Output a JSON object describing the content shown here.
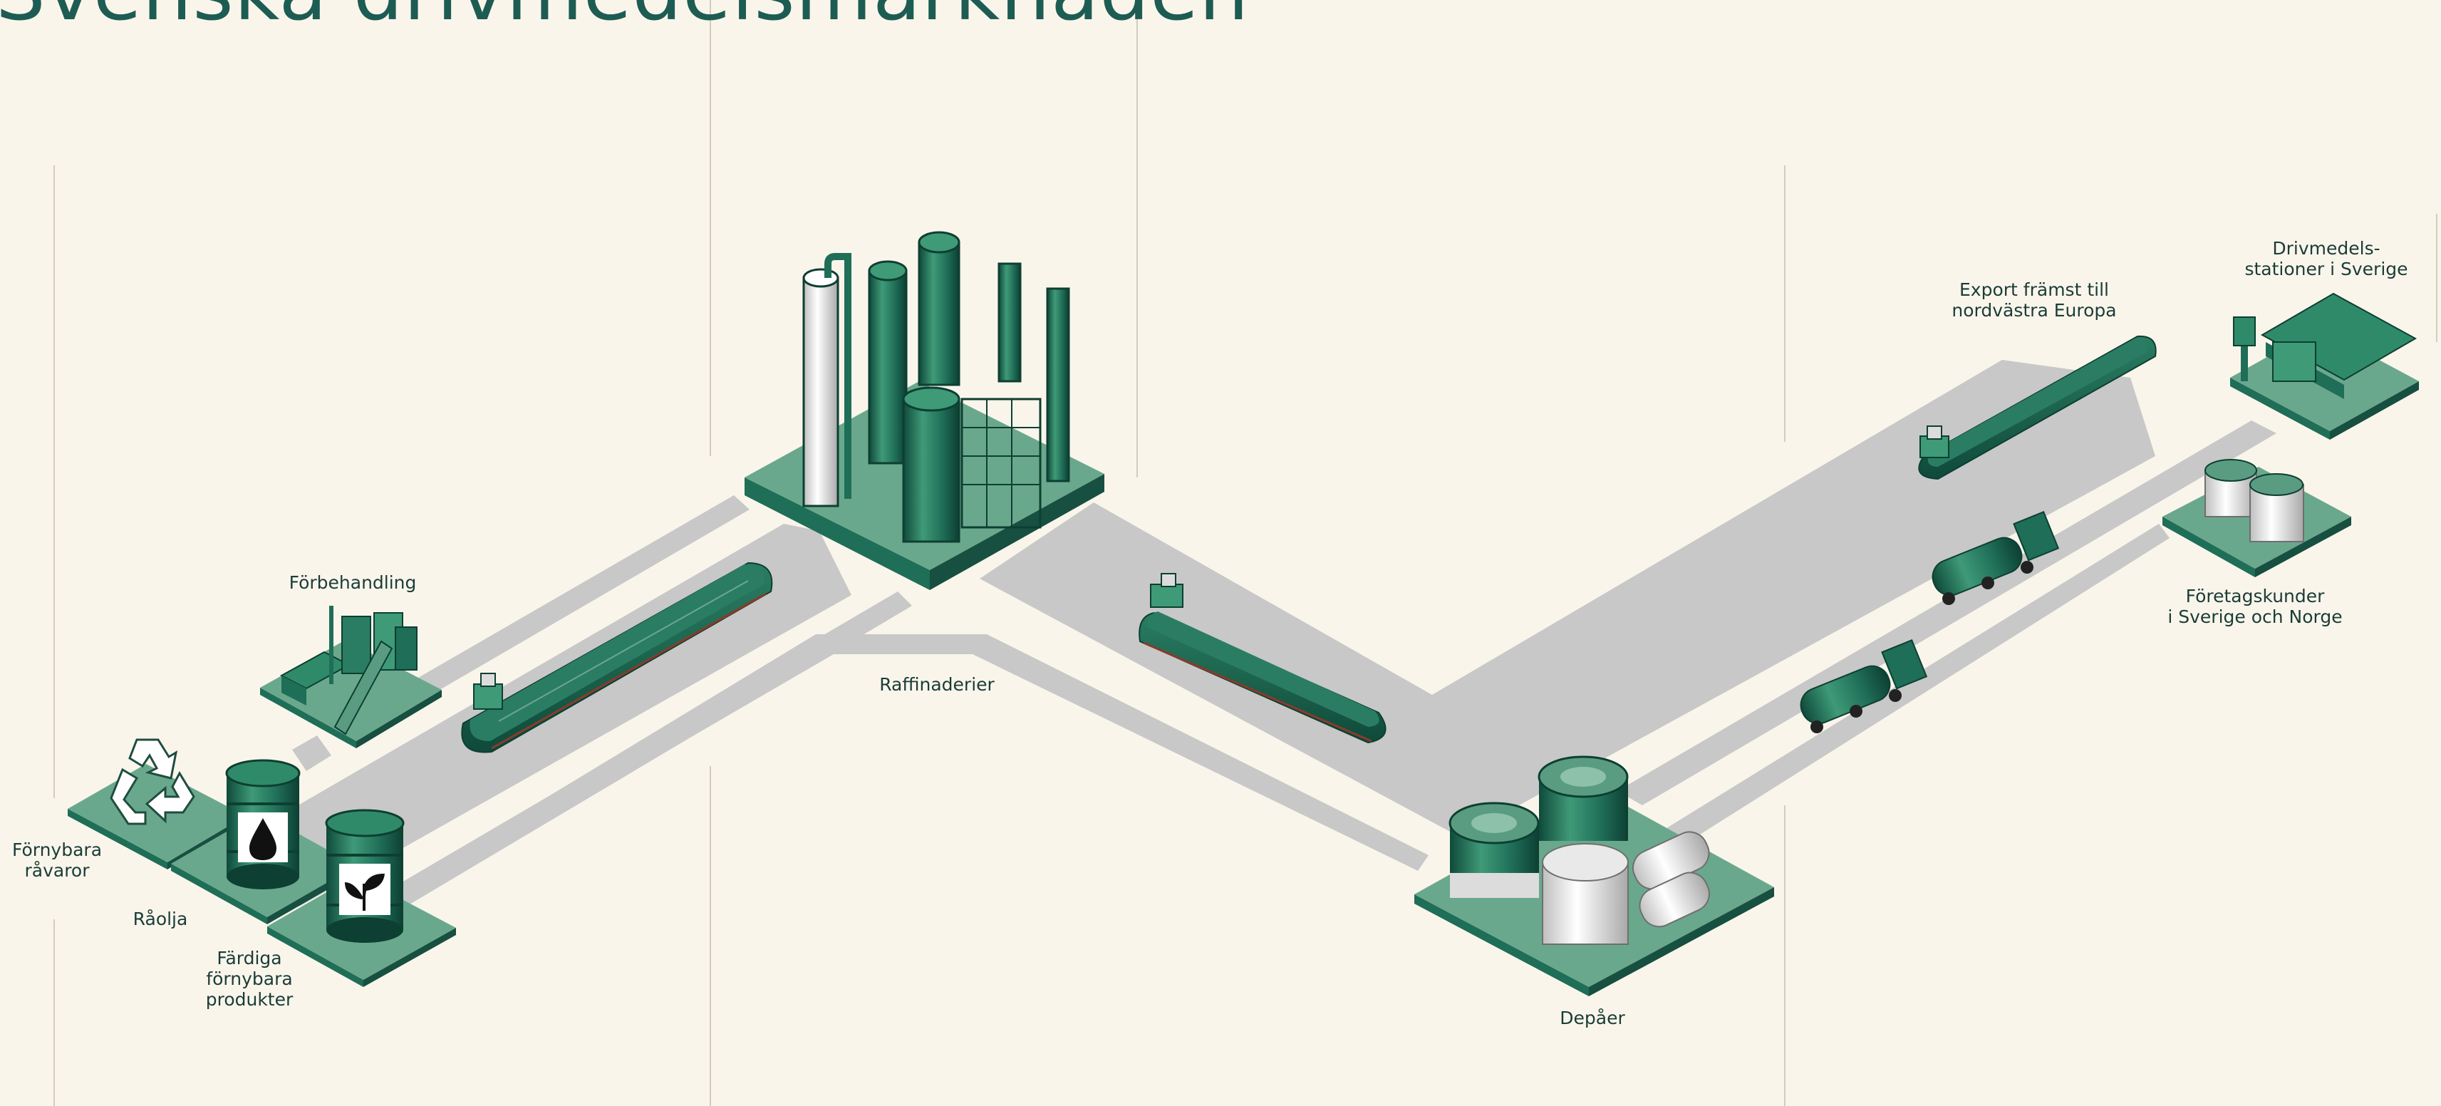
{
  "title": "Svenska drivmedelsmarknaden",
  "labels": {
    "fornybara_ravaror": "Förnybara\nråvaror",
    "raolja": "Råolja",
    "fardiga": "Färdiga\nförnybara\nprodukter",
    "forbehandling": "Förbehandling",
    "raffinaderier": "Raffinaderier",
    "depaer": "Depåer",
    "export": "Export främst till\nnordvästra Europa",
    "drivmedelsstationer": "Drivmedels-\nstationer i Sverige",
    "foretagskunder": "Företagskunder\ni Sverige och Norge"
  },
  "colors": {
    "background": "#faf5eb",
    "route": "#c8c8c8",
    "green": "#1f6e57",
    "green_light": "#6aa88d",
    "title": "#1d5c53"
  },
  "icons": [
    "recycle-icon",
    "oil-drop-icon",
    "leaf-icon",
    "ship-icon",
    "truck-icon",
    "refinery-icon",
    "tank-icon",
    "gas-station-icon"
  ]
}
